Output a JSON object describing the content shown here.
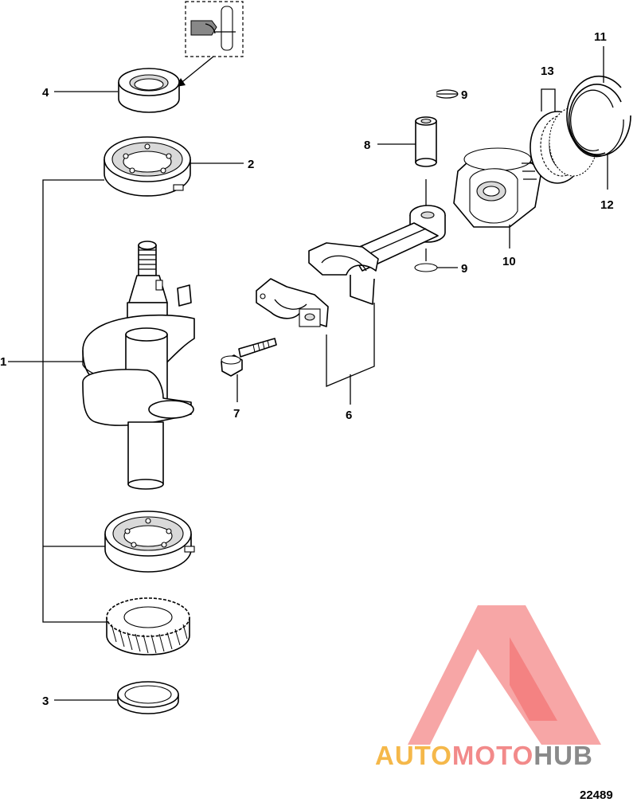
{
  "callouts": {
    "c1": "1",
    "c2": "2",
    "c3": "3",
    "c4": "4",
    "c6": "6",
    "c7": "7",
    "c8": "8",
    "c9a": "9",
    "c9b": "9",
    "c10": "10",
    "c11": "11",
    "c12": "12",
    "c13": "13"
  },
  "reference_number": "22489",
  "watermark": {
    "part1": "AUTO",
    "part2": "MOTO",
    "part3": "HUB",
    "colors": {
      "auto": "#f5b84a",
      "moto": "#f28a8a",
      "hub": "#8a8a8a",
      "triangle": "#f26a6a"
    }
  }
}
